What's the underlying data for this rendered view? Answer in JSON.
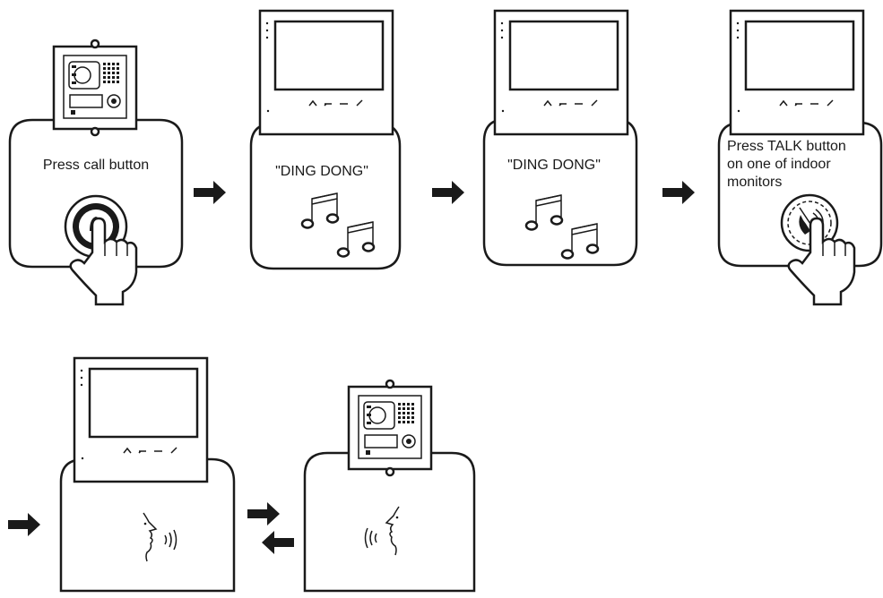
{
  "steps": {
    "step1": {
      "caption": "Press call button"
    },
    "step2": {
      "caption": "\"DING DONG\""
    },
    "step3": {
      "caption": "\"DING DONG\""
    },
    "step4": {
      "caption_lines": [
        "Press TALK button",
        "on one of indoor",
        "monitors"
      ]
    }
  },
  "icons": {
    "door_station": "door-station-icon",
    "indoor_monitor": "indoor-monitor-icon",
    "call_button": "bell-button-icon",
    "talk_button": "phone-talk-icon",
    "hand": "pointing-hand-icon",
    "music_notes": "music-notes-icon",
    "speaking_face": "speaking-face-icon",
    "arrow": "arrow-right-icon"
  },
  "colors": {
    "stroke": "#1a1a1a",
    "background": "#ffffff"
  }
}
